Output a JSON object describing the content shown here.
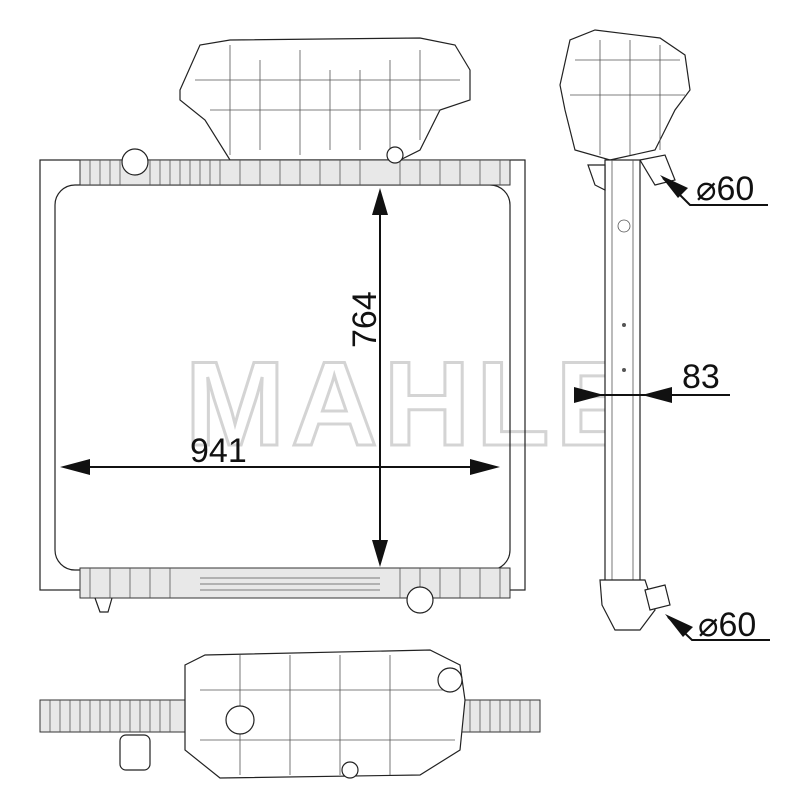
{
  "watermark": "MAHLE",
  "dimensions": {
    "height": "764",
    "width": "941",
    "depth": "83",
    "inlet_diameter": "⌀60",
    "outlet_diameter": "⌀60"
  }
}
